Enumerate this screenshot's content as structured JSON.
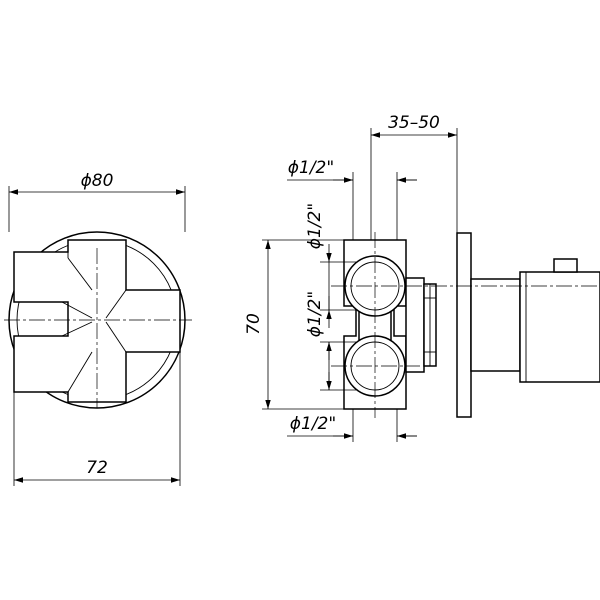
{
  "dimensions": {
    "front_diameter": "ϕ80",
    "front_width": "72",
    "depth_range": "35–50",
    "top_outlet": "ϕ1/2\"",
    "upper_side_outlet": "ϕ1/2\"",
    "middle_outlet": "ϕ1/2\"",
    "bottom_outlet": "ϕ1/2\"",
    "height": "70"
  }
}
